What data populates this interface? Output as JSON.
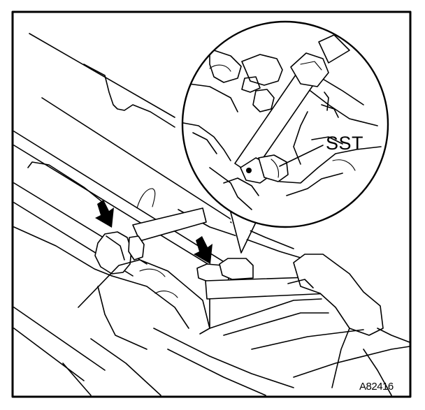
{
  "labels": {
    "special_tool": "SST",
    "figure_id": "A82416"
  },
  "markers": {
    "arrow_count": 2,
    "arrow_icon": "down-arrow-icon"
  },
  "colors": {
    "ink": "#000000",
    "paper": "#ffffff"
  }
}
